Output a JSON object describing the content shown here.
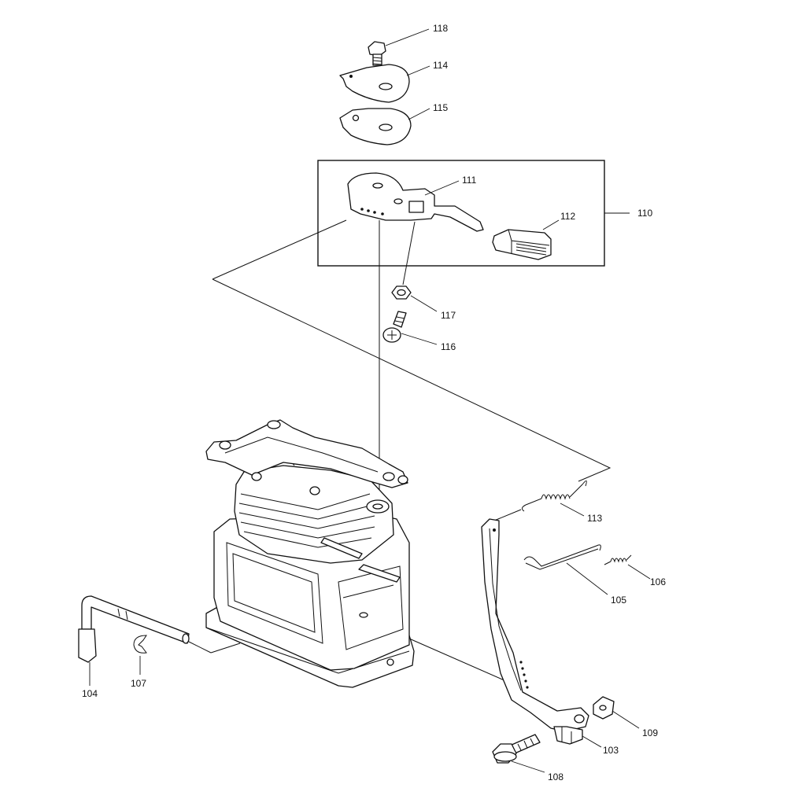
{
  "callouts": [
    {
      "id": "118",
      "text": "118"
    },
    {
      "id": "114",
      "text": "114"
    },
    {
      "id": "115",
      "text": "115"
    },
    {
      "id": "111",
      "text": "111"
    },
    {
      "id": "112",
      "text": "112"
    },
    {
      "id": "110",
      "text": "110"
    },
    {
      "id": "117",
      "text": "117"
    },
    {
      "id": "116",
      "text": "116"
    },
    {
      "id": "113",
      "text": "113"
    },
    {
      "id": "106",
      "text": "106"
    },
    {
      "id": "105",
      "text": "105"
    },
    {
      "id": "104",
      "text": "104"
    },
    {
      "id": "107",
      "text": "107"
    },
    {
      "id": "109",
      "text": "109"
    },
    {
      "id": "103",
      "text": "103"
    },
    {
      "id": "108",
      "text": "108"
    }
  ],
  "icons": {
    "bolt": "bolt-icon",
    "nut": "nut-icon",
    "spring": "spring-icon",
    "clip": "e-clip-icon"
  }
}
